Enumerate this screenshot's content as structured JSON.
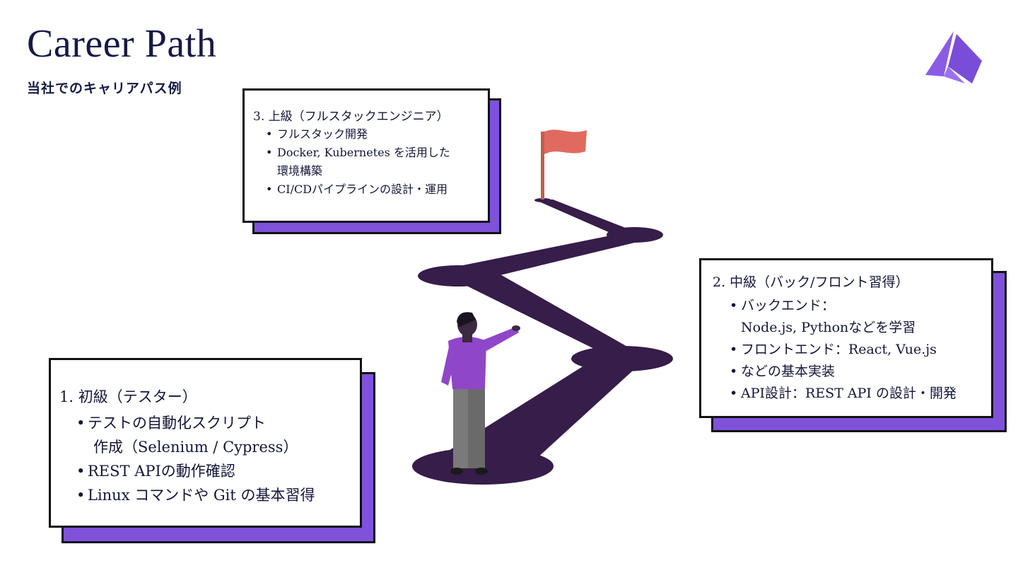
{
  "header": {
    "title": "Career Path",
    "subtitle": "当社でのキャリアパス例"
  },
  "logo": {
    "icon": "triangle-logo-icon",
    "color": "#8a5ce6"
  },
  "colors": {
    "accent_purple": "#7f52d9",
    "path_dark": "#361d4a",
    "flag_red": "#e06a60",
    "text_navy": "#14163a"
  },
  "cards": {
    "advanced": {
      "heading": "3. 上級（フルスタックエンジニア）",
      "items": [
        {
          "text": "フルスタック開発"
        },
        {
          "text": "Docker, Kubernetes を活用した",
          "cont": "環境構築"
        },
        {
          "text": "CI/CDパイプラインの設計・運用"
        }
      ]
    },
    "intermediate": {
      "heading": "2. 中級（バック/フロント習得）",
      "items": [
        {
          "text": "バックエンド：",
          "cont": "Node.js, Pythonなどを学習"
        },
        {
          "text": "フロントエンド：React, Vue.js"
        },
        {
          "text": "などの基本実装"
        },
        {
          "text": "API設計：REST API の設計・開発"
        }
      ]
    },
    "beginner": {
      "heading": "1. 初級（テスター）",
      "items": [
        {
          "text": "テストの自動化スクリプト",
          "cont": "作成（Selenium / Cypress）"
        },
        {
          "text": "REST APIの動作確認"
        },
        {
          "text": "Linux コマンドや Git の基本習得"
        }
      ]
    }
  }
}
